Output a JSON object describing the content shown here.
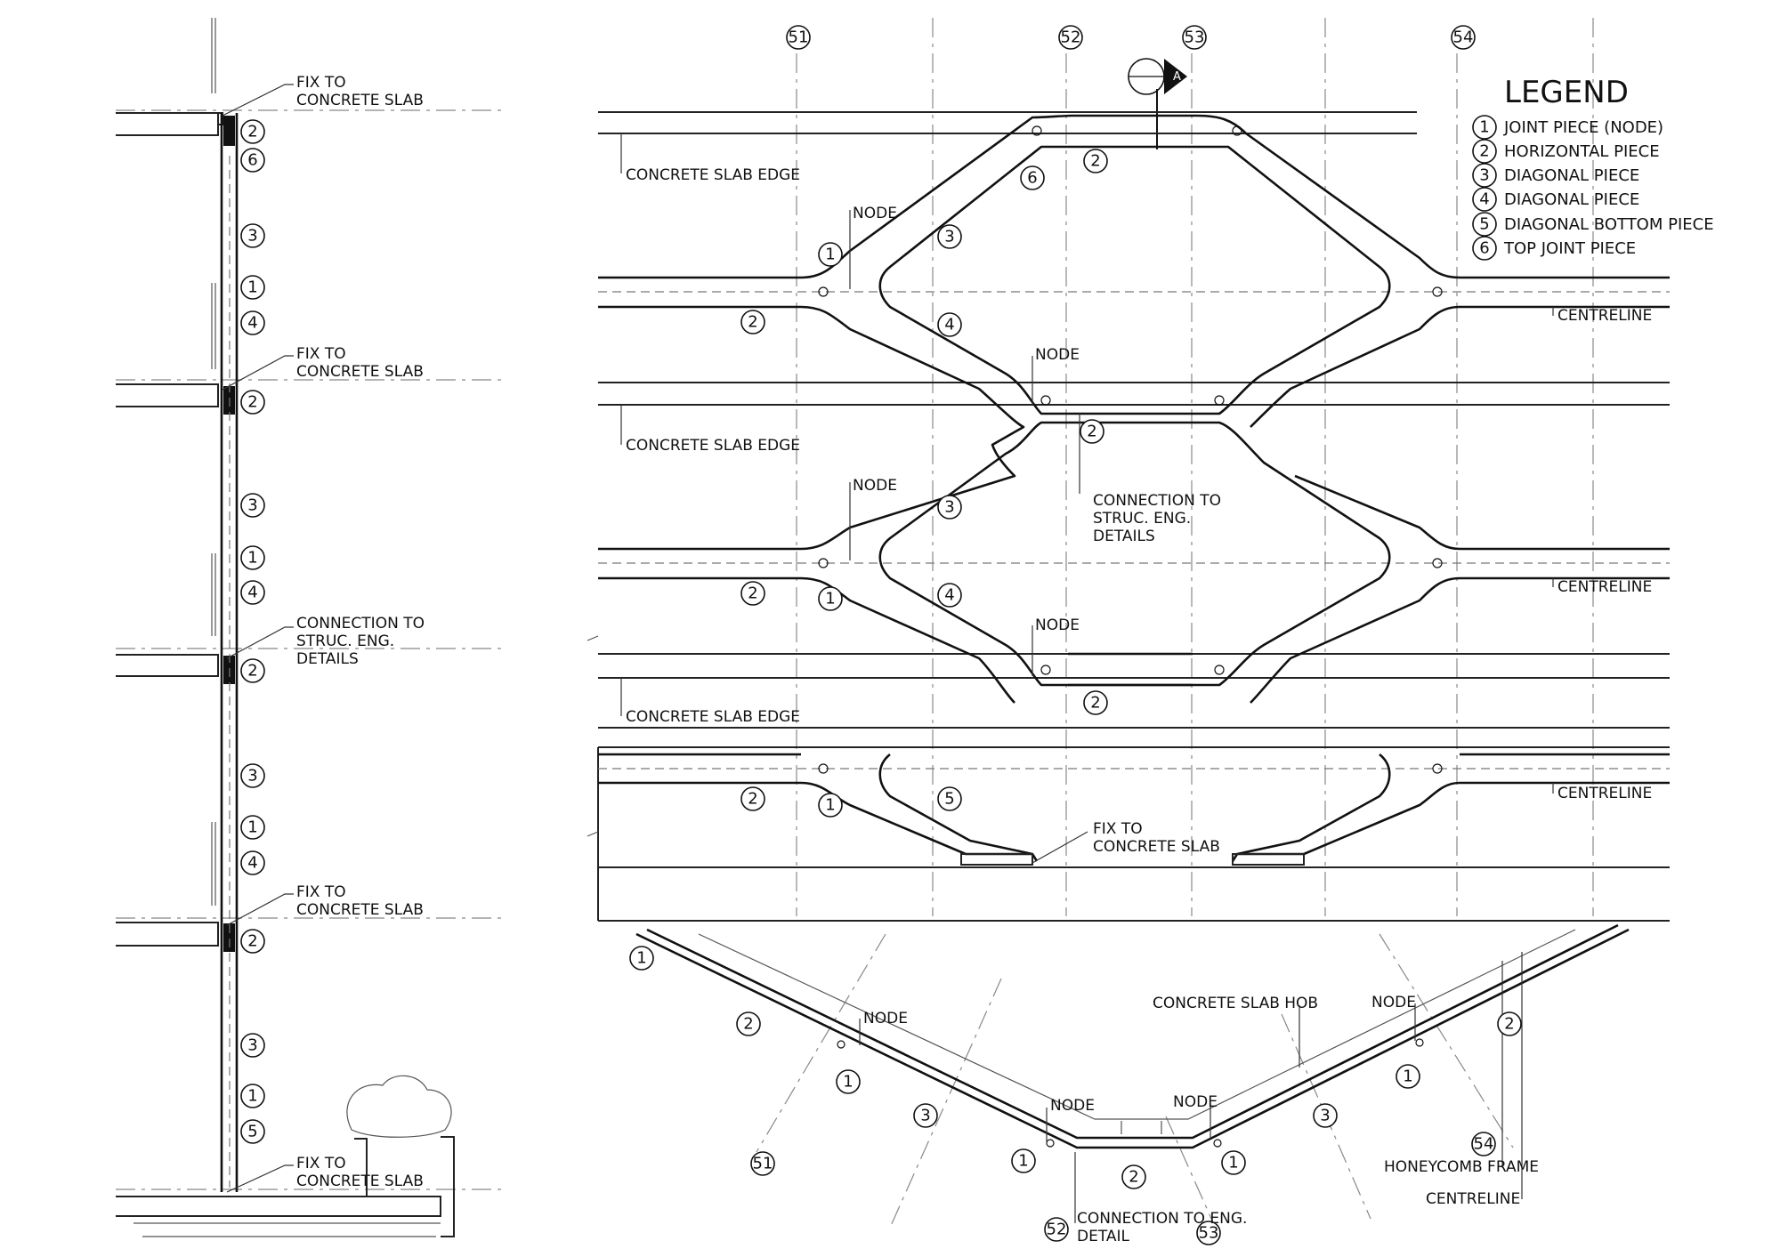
{
  "legend": {
    "title": "LEGEND",
    "items": [
      {
        "num": "1",
        "label": "JOINT PIECE (NODE)"
      },
      {
        "num": "2",
        "label": "HORIZONTAL PIECE"
      },
      {
        "num": "3",
        "label": "DIAGONAL PIECE"
      },
      {
        "num": "4",
        "label": "DIAGONAL PIECE"
      },
      {
        "num": "5",
        "label": "DIAGONAL BOTTOM PIECE"
      },
      {
        "num": "6",
        "label": "TOP JOINT PIECE"
      }
    ]
  },
  "grid_labels": [
    "51",
    "52",
    "53",
    "54"
  ],
  "section_marker": "A",
  "notes": {
    "fix_to": "FIX TO",
    "concrete_slab": "CONCRETE SLAB",
    "connection_to": "CONNECTION TO",
    "struc_eng": "STRUC. ENG.",
    "details": "DETAILS",
    "concrete_slab_edge": "CONCRETE SLAB EDGE",
    "node": "NODE",
    "centreline": "CENTRELINE",
    "concrete_slab_hob": "CONCRETE SLAB HOB",
    "honeycomb_frame": "HONEYCOMB FRAME",
    "connection_to_eng": "CONNECTION TO ENG.",
    "detail": "DETAIL"
  },
  "section_tags": [
    "2",
    "6",
    "3",
    "1",
    "4",
    "2",
    "3",
    "1",
    "4",
    "2",
    "3",
    "1",
    "4",
    "2",
    "3",
    "1",
    "5"
  ],
  "elevation_tags": [
    "6",
    "2",
    "1",
    "3",
    "2",
    "4",
    "2",
    "3",
    "2",
    "1",
    "4",
    "2",
    "2",
    "1",
    "5"
  ],
  "plan_tags": [
    "1",
    "2",
    "1",
    "3",
    "1",
    "2",
    "1",
    "3",
    "1",
    "2"
  ]
}
